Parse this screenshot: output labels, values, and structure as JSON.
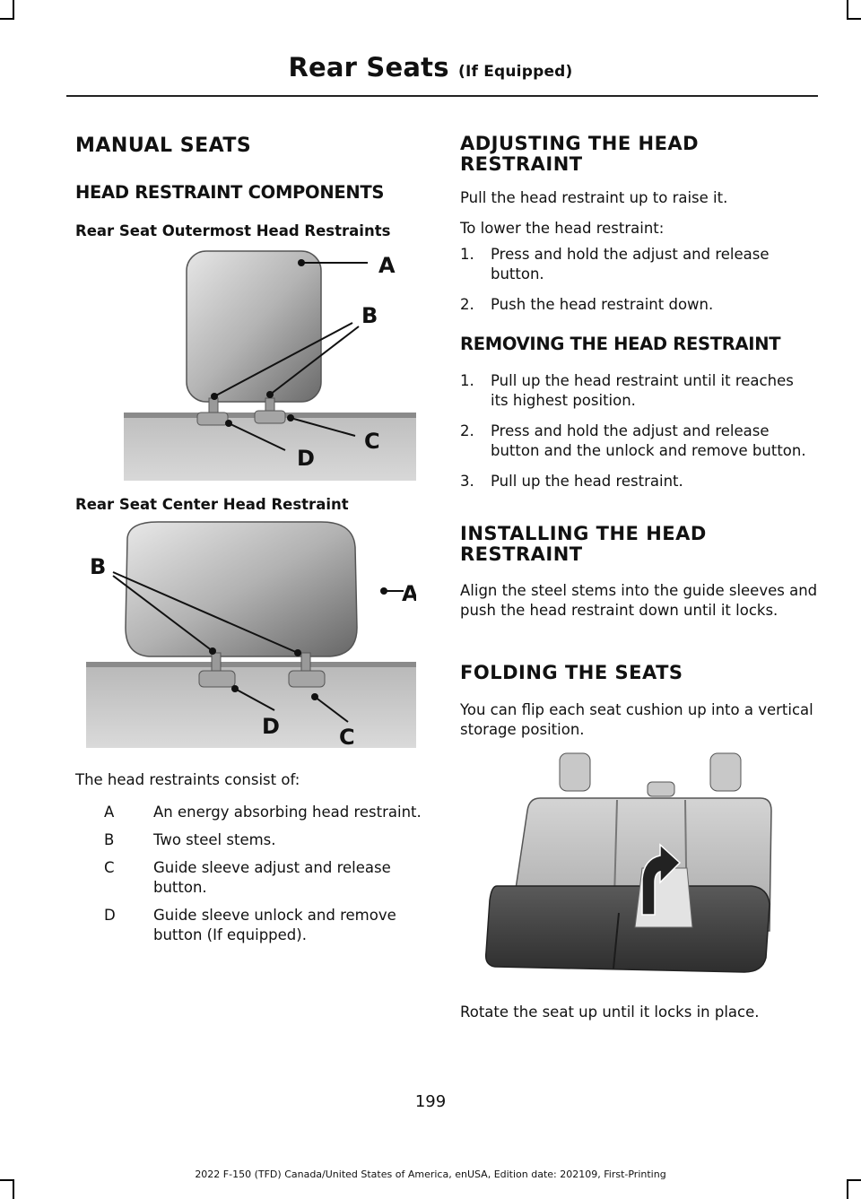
{
  "header": {
    "title": "Rear Seats",
    "subtitle": "(If Equipped)"
  },
  "left": {
    "section_title": "MANUAL SEATS",
    "subsection_title": "HEAD RESTRAINT COMPONENTS",
    "fig1_caption": "Rear Seat Outermost Head Restraints",
    "fig1_labels": {
      "a": "A",
      "b": "B",
      "c": "C",
      "d": "D"
    },
    "fig2_caption": "Rear Seat Center Head Restraint",
    "fig2_labels": {
      "a": "A",
      "b": "B",
      "c": "C",
      "d": "D"
    },
    "consist_intro": "The head restraints consist of:",
    "components": [
      {
        "key": "A",
        "text": "An energy absorbing head restraint."
      },
      {
        "key": "B",
        "text": "Two steel stems."
      },
      {
        "key": "C",
        "text": "Guide sleeve adjust and release button."
      },
      {
        "key": "D",
        "text": "Guide sleeve unlock and remove button (If equipped)."
      }
    ]
  },
  "right": {
    "adjust_title": "ADJUSTING THE HEAD RESTRAINT",
    "adjust_p1": "Pull the head restraint up to raise it.",
    "adjust_p2": "To lower the head restraint:",
    "adjust_steps": [
      {
        "n": "1.",
        "text": "Press and hold the adjust and release button."
      },
      {
        "n": "2.",
        "text": "Push the head restraint down."
      }
    ],
    "remove_title": "REMOVING THE HEAD RESTRAINT",
    "remove_steps": [
      {
        "n": "1.",
        "text": "Pull up the head restraint until it reaches its highest position."
      },
      {
        "n": "2.",
        "text": "Press and hold the adjust and release button and the unlock and remove button."
      },
      {
        "n": "3.",
        "text": "Pull up the head restraint."
      }
    ],
    "install_title": "INSTALLING THE HEAD RESTRAINT",
    "install_p": "Align the steel stems into the guide sleeves and push the head restraint down until it locks.",
    "fold_title": "FOLDING THE SEATS",
    "fold_p": "You can flip each seat cushion up into a vertical storage position.",
    "rotate_p": "Rotate the seat up until it locks in place."
  },
  "footer": {
    "page_number": "199",
    "edition": "2022 F-150 (TFD) Canada/United States of America, enUSA, Edition date: 202109, First-Printing"
  }
}
